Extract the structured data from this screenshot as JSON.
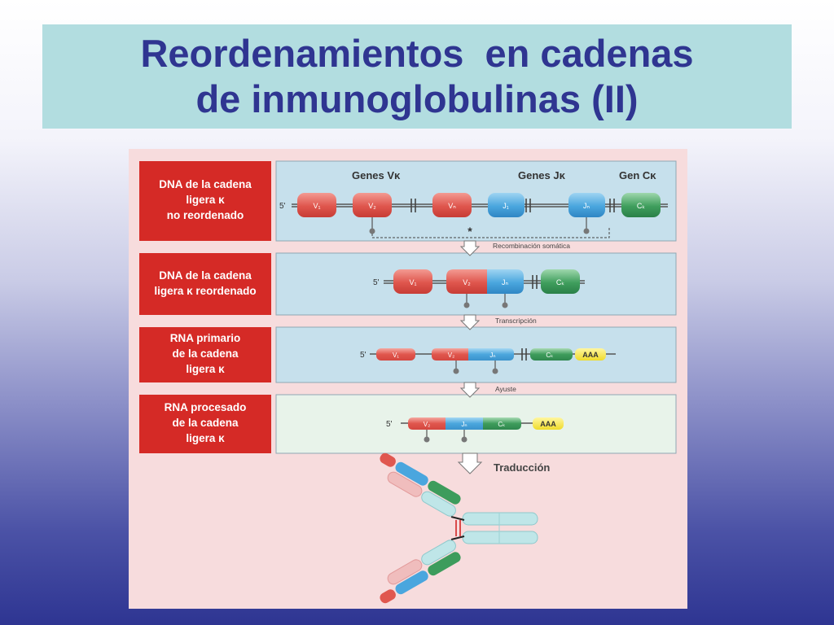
{
  "slide": {
    "title_line1": "Reordenamientos  en cadenas",
    "title_line2": "de inmunoglobulinas (II)"
  },
  "diagram": {
    "rows": [
      {
        "label_lines": [
          "DNA de la cadena",
          "ligera κ",
          "no reordenado"
        ]
      },
      {
        "label_lines": [
          "DNA de la cadena",
          "ligera κ reordenado"
        ]
      },
      {
        "label_lines": [
          "RNA primario",
          "de la cadena",
          "ligera κ"
        ]
      },
      {
        "label_lines": [
          "RNA procesado",
          "de la cadena",
          "ligera κ"
        ]
      }
    ],
    "gene_headers": {
      "v": "Genes Vκ",
      "j": "Genes Jκ",
      "c": "Gen Cκ"
    },
    "five_prime": "5'",
    "poly_a": "AAA",
    "asterisk": "*",
    "segments": {
      "v1": "V₁",
      "v2": "V₂",
      "vn": "Vₙ",
      "j1": "J₁",
      "jn": "Jₙ",
      "c": "Cₖ"
    },
    "steps": {
      "recombination": "Recombinación somática",
      "transcription": "Transcripción",
      "splicing": "Ayuste",
      "translation": "Traducción"
    },
    "colors": {
      "red_label": "#d52a26",
      "panel_blue": "#c6e0ec",
      "panel_green": "#e8f3ea",
      "v_segment": "#e0574f",
      "j_segment": "#4ba6dd",
      "c_segment": "#3a9b5a",
      "poly_a": "#f5e64a"
    }
  }
}
